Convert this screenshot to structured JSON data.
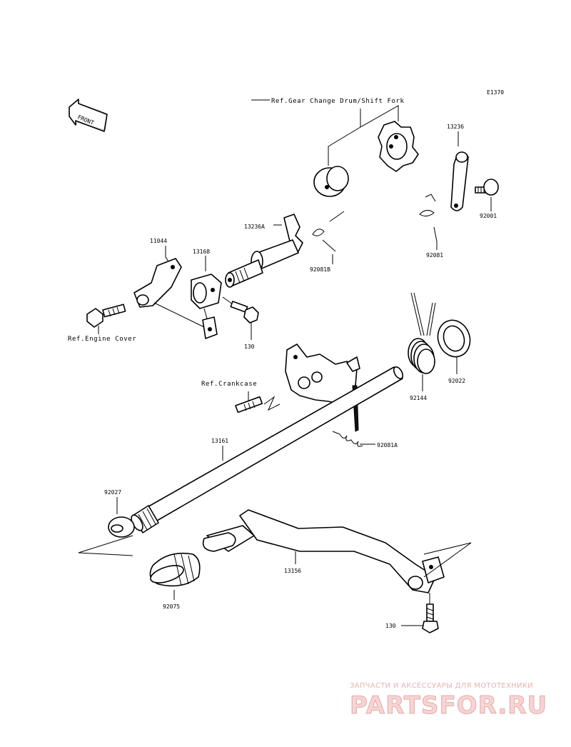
{
  "diagram_code": "E1370",
  "front_label": "FRONT",
  "references": {
    "gear_change_drum": "Ref.Gear Change Drum/Shift Fork",
    "engine_cover": "Ref.Engine Cover",
    "crankcase": "Ref.Crankcase"
  },
  "parts": {
    "p13236": "13236",
    "p92001": "92001",
    "p92081": "92081",
    "p13236A": "13236A",
    "p92081B": "92081B",
    "p11044": "11044",
    "p13168": "13168",
    "p130_top": "130",
    "p92022": "92022",
    "p92144": "92144",
    "p92081A": "92081A",
    "p13161": "13161",
    "p92027": "92027",
    "p13156": "13156",
    "p92075": "92075",
    "p130_bottom": "130"
  },
  "watermark": {
    "tagline": "ЗАПЧАСТИ И АКСЕССУАРЫ ДЛЯ МОТОТЕХНИКИ",
    "brand": "PARTSFOR.RU"
  }
}
